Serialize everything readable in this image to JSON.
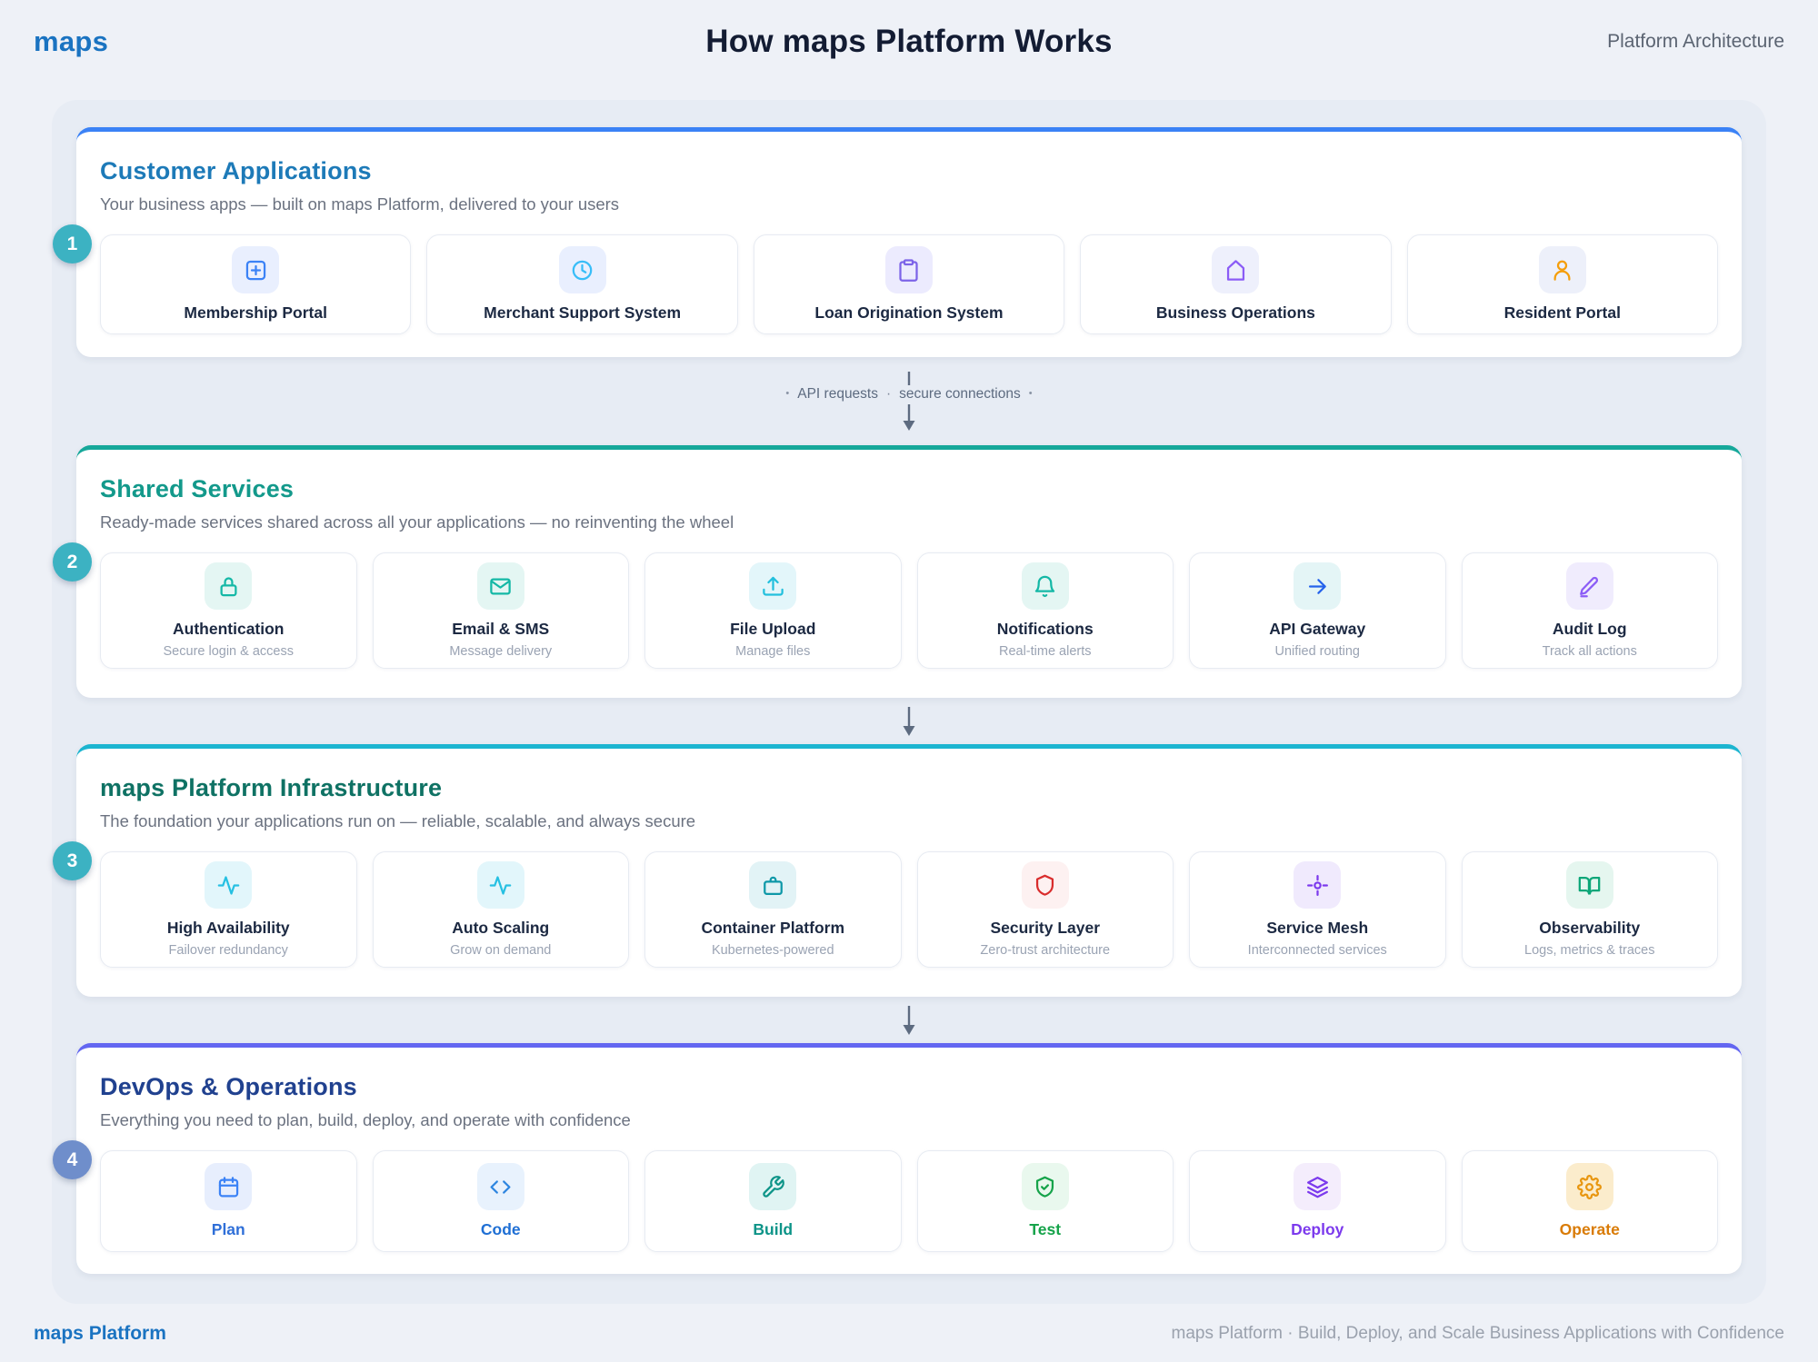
{
  "header": {
    "logo": "maps",
    "title": "How maps Platform Works",
    "right_label": "Platform Architecture"
  },
  "connector": {
    "bullet": "•",
    "label_left": "API requests",
    "separator": "·",
    "label_right": "secure connections"
  },
  "sections": [
    {
      "number": "1",
      "title": "Customer Applications",
      "subtitle": "Your business apps — built on maps Platform, delivered to your users",
      "accent_color": "#3b82f6",
      "badge_color": "#3cb2c2",
      "title_color": "#1d7ab8",
      "cards": [
        {
          "label": "Membership Portal",
          "icon": "plus-square",
          "icon_color": "#3b82f6",
          "icon_bg": "#e9effe"
        },
        {
          "label": "Merchant Support System",
          "icon": "clock",
          "icon_color": "#38bdf8",
          "icon_bg": "#e9effe"
        },
        {
          "label": "Loan Origination System",
          "icon": "clipboard",
          "icon_color": "#7c63e8",
          "icon_bg": "#ecebfe"
        },
        {
          "label": "Business Operations",
          "icon": "home",
          "icon_color": "#8b5cf6",
          "icon_bg": "#eef0fc"
        },
        {
          "label": "Resident Portal",
          "icon": "user",
          "icon_color": "#f59e0b",
          "icon_bg": "#edf0fa"
        }
      ]
    },
    {
      "number": "2",
      "title": "Shared Services",
      "subtitle": "Ready-made services shared across all your applications — no reinventing the wheel",
      "accent_color": "#16a89a",
      "badge_color": "#3cb2c2",
      "title_color": "#13998b",
      "cards": [
        {
          "label": "Authentication",
          "sublabel": "Secure login & access",
          "icon": "lock",
          "icon_color": "#14b8a6",
          "icon_bg": "#e4f6f3"
        },
        {
          "label": "Email & SMS",
          "sublabel": "Message delivery",
          "icon": "mail",
          "icon_color": "#14b8a6",
          "icon_bg": "#e4f6f3"
        },
        {
          "label": "File Upload",
          "sublabel": "Manage files",
          "icon": "upload",
          "icon_color": "#22c0dd",
          "icon_bg": "#e3f6fa"
        },
        {
          "label": "Notifications",
          "sublabel": "Real-time alerts",
          "icon": "bell",
          "icon_color": "#14b8a6",
          "icon_bg": "#e4f6f3"
        },
        {
          "label": "API Gateway",
          "sublabel": "Unified routing",
          "icon": "arrow-right",
          "icon_color": "#2563eb",
          "icon_bg": "#e4f5f6"
        },
        {
          "label": "Audit Log",
          "sublabel": "Track all actions",
          "icon": "pen",
          "icon_color": "#8b5cf6",
          "icon_bg": "#f0ecfd"
        }
      ]
    },
    {
      "number": "3",
      "title": "maps Platform Infrastructure",
      "subtitle": "The foundation your applications run on — reliable, scalable, and always secure",
      "accent_color": "#1cb5d0",
      "badge_color": "#3cb2c2",
      "title_color": "#0f7264",
      "cards": [
        {
          "label": "High Availability",
          "sublabel": "Failover redundancy",
          "icon": "activity",
          "icon_color": "#26c0e2",
          "icon_bg": "#e2f6fb"
        },
        {
          "label": "Auto Scaling",
          "sublabel": "Grow on demand",
          "icon": "activity",
          "icon_color": "#26c0e2",
          "icon_bg": "#e2f6fb"
        },
        {
          "label": "Container Platform",
          "sublabel": "Kubernetes-powered",
          "icon": "briefcase",
          "icon_color": "#0e98a8",
          "icon_bg": "#e2f3f6"
        },
        {
          "label": "Security Layer",
          "sublabel": "Zero-trust architecture",
          "icon": "shield",
          "icon_color": "#d92d2d",
          "icon_bg": "#fdf1f1"
        },
        {
          "label": "Service Mesh",
          "sublabel": "Interconnected services",
          "icon": "mesh",
          "icon_color": "#7c3aed",
          "icon_bg": "#f0eafd"
        },
        {
          "label": "Observability",
          "sublabel": "Logs, metrics & traces",
          "icon": "book-open",
          "icon_color": "#0ca678",
          "icon_bg": "#e5f6ef"
        }
      ]
    },
    {
      "number": "4",
      "title": "DevOps & Operations",
      "subtitle": "Everything you need to plan, build, deploy, and operate with confidence",
      "accent_color": "#6366f1",
      "badge_color": "#6f8ecb",
      "title_color": "#20418f",
      "cards": [
        {
          "label": "Plan",
          "icon": "calendar",
          "icon_color": "#3b82f6",
          "icon_bg": "#e7eefd",
          "label_color": "#2f6fd8"
        },
        {
          "label": "Code",
          "icon": "code",
          "icon_color": "#2e86e0",
          "icon_bg": "#e8f2fd",
          "label_color": "#1f6fd4"
        },
        {
          "label": "Build",
          "icon": "wrench",
          "icon_color": "#0d9488",
          "icon_bg": "#e0f4f3",
          "label_color": "#0d9488"
        },
        {
          "label": "Test",
          "icon": "shield-check",
          "icon_color": "#16a34a",
          "icon_bg": "#e9f8ee",
          "label_color": "#16a34a"
        },
        {
          "label": "Deploy",
          "icon": "layers",
          "icon_color": "#7c3aed",
          "icon_bg": "#f4edfc",
          "label_color": "#7c3aed"
        },
        {
          "label": "Operate",
          "icon": "gear",
          "icon_color": "#e8960f",
          "icon_bg": "#fbeccc",
          "label_color": "#d97b06"
        }
      ]
    }
  ],
  "footer": {
    "left": "maps Platform",
    "right": "maps Platform · Build, Deploy, and Scale Business Applications with Confidence"
  }
}
